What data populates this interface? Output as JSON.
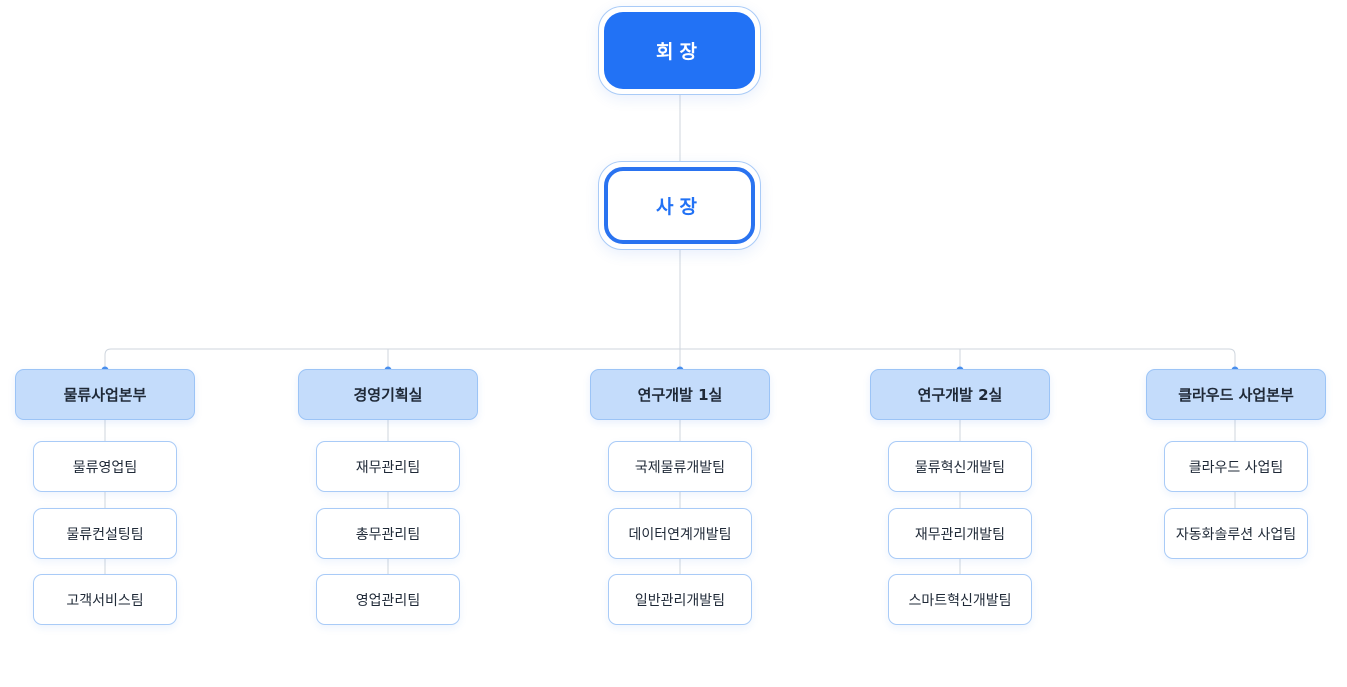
{
  "chart": {
    "chairman": {
      "label": "회장"
    },
    "president": {
      "label": "사장"
    },
    "divisions": [
      {
        "label": "물류사업본부",
        "teams": [
          "물류영업팀",
          "물류컨설팅팀",
          "고객서비스팀"
        ]
      },
      {
        "label": "경영기획실",
        "teams": [
          "재무관리팀",
          "총무관리팀",
          "영업관리팀"
        ]
      },
      {
        "label": "연구개발 1실",
        "teams": [
          "국제물류개발팀",
          "데이터연계개발팀",
          "일반관리개발팀"
        ]
      },
      {
        "label": "연구개발 2실",
        "teams": [
          "물류혁신개발팀",
          "재무관리개발팀",
          "스마트혁신개발팀"
        ]
      },
      {
        "label": "클라우드 사업본부",
        "teams": [
          "클라우드 사업팀",
          "자동화솔루션 사업팀"
        ]
      }
    ]
  },
  "colors": {
    "accent": "#2272f5",
    "division_fill": "#c4dcfb",
    "border": "#a9cbf7",
    "connector": "#cfd6de",
    "dot": "#4a90ee"
  }
}
